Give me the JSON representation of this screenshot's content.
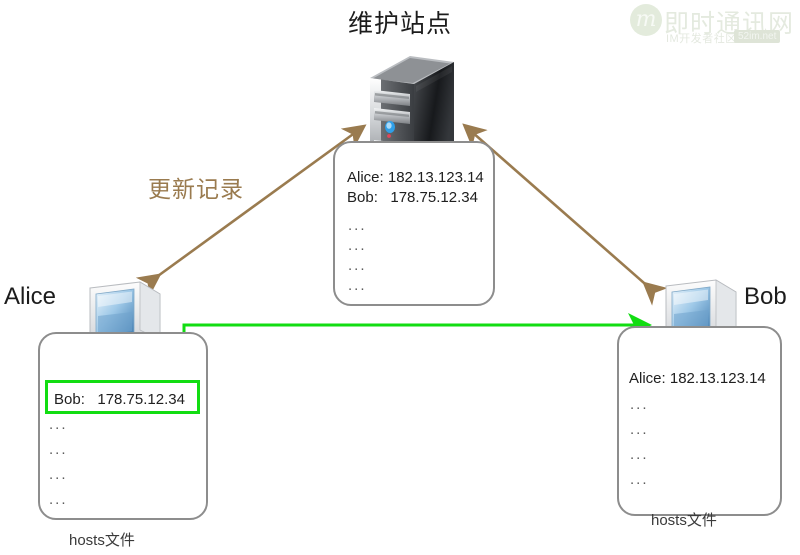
{
  "title": "维护站点",
  "labels": {
    "alice": "Alice",
    "bob": "Bob",
    "update_arrow": "更新记录",
    "hosts_file_left": "hosts文件",
    "hosts_file_right": "hosts文件"
  },
  "server": {
    "icon": "server-tower-icon",
    "records": [
      "Alice: 182.13.123.14",
      "Bob:   178.75.12.34"
    ],
    "ellipsis_rows": [
      "...",
      "...",
      "...",
      "..."
    ]
  },
  "alice_host": {
    "icon": "desktop-computer-icon",
    "highlighted_record": "Bob:   178.75.12.34",
    "ellipsis_rows": [
      "...",
      "...",
      "...",
      "..."
    ]
  },
  "bob_host": {
    "icon": "desktop-computer-icon",
    "records": [
      "Alice: 182.13.123.14"
    ],
    "ellipsis_rows": [
      "...",
      "...",
      "...",
      "..."
    ]
  },
  "colors": {
    "update_arrow": "#9a7b4f",
    "sync_arrow": "#12dd12",
    "box_border": "#8d8d8d",
    "text": "#1c1c1c",
    "background": "#ffffff"
  },
  "watermark": {
    "logo": "m",
    "main": "即时通讯网",
    "sub": "IM开发者社区",
    "badge": "52im.net"
  }
}
